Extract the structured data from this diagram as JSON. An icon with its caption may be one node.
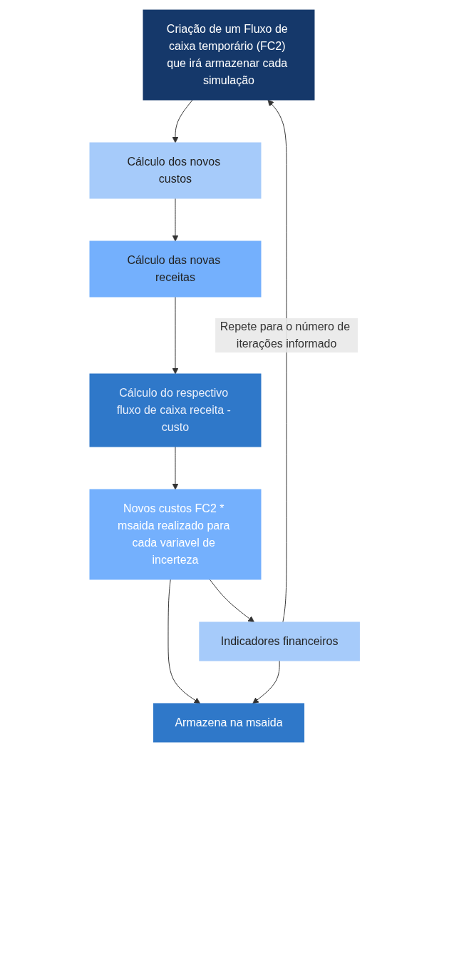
{
  "diagram": {
    "nodes": [
      {
        "text": [
          "Criação de um Fluxo de caixa temporário (FC2) que irá armazenar cada simulação"
        ]
      },
      {
        "text": [
          "Cálculo dos novos custos"
        ]
      },
      {
        "text": [
          "Cálculo das novas receitas"
        ]
      },
      {
        "text": [
          "Cálculo do respectivo fluxo de caixa receita - custo"
        ]
      },
      {
        "text": [
          "Novos custos FC2 * msaida realizado para cada variavel de incerteza"
        ]
      },
      {
        "text": [
          "Armazena na msaida"
        ]
      },
      {
        "text": [
          "Indicadores financeiros"
        ]
      }
    ],
    "edges": [
      {
        "from": 0,
        "to": 1,
        "arrow": "to"
      },
      {
        "from": 1,
        "to": 2,
        "arrow": "to"
      },
      {
        "from": 2,
        "to": 3,
        "arrow": "to"
      },
      {
        "from": 3,
        "to": 4,
        "arrow": "to"
      },
      {
        "from": 4,
        "to": 5,
        "arrow": "to"
      },
      {
        "from": 4,
        "to": 6,
        "arrow": "to"
      },
      {
        "from": 6,
        "to": 5,
        "arrow": "to"
      },
      {
        "from": 6,
        "to": 0,
        "arrow": "to",
        "label": "Repete para o número de iterações informado"
      }
    ]
  }
}
